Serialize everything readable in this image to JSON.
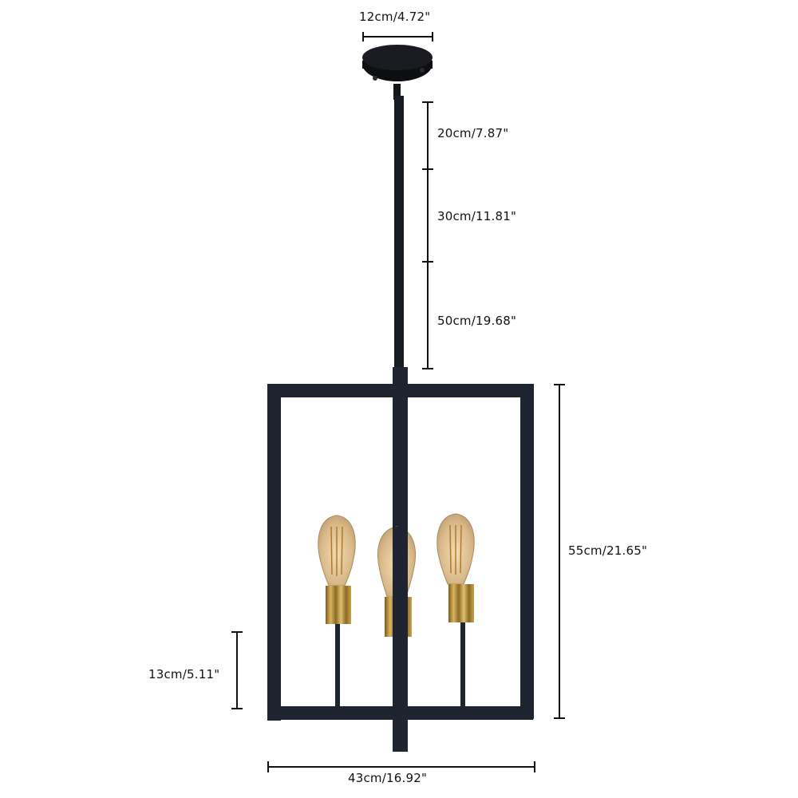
{
  "diagram": {
    "subject": "Pendant light with rectangular black frame and three Edison bulbs",
    "colors": {
      "frame": "#1e2430",
      "brass": "#b8913a",
      "bulb_glass": "#e6c99a",
      "filament": "#b07a2a",
      "dimension_line": "#111111",
      "background": "#ffffff"
    },
    "dimensions": {
      "canopy_width": "12cm/4.72\"",
      "rod_segment_1": "20cm/7.87\"",
      "rod_segment_2": "30cm/11.81\"",
      "rod_segment_3": "50cm/19.68\"",
      "frame_height": "55cm/21.65\"",
      "socket_height": "13cm/5.11\"",
      "frame_width": "43cm/16.92\""
    },
    "bulbs": [
      {
        "position": "left"
      },
      {
        "position": "center"
      },
      {
        "position": "right"
      }
    ]
  }
}
